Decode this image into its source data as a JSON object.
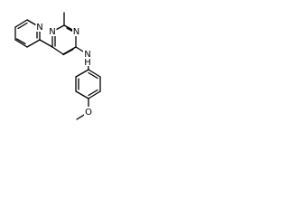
{
  "molecule": {
    "atom_labels": {
      "ring_n1": "N",
      "ring_n2": "N",
      "pyridine_n": "N",
      "amine_n": "N",
      "amine_h": "H",
      "ether_o": "O"
    },
    "colors": {
      "bond": "#000000",
      "label": "#000000",
      "background": "#ffffff"
    }
  }
}
